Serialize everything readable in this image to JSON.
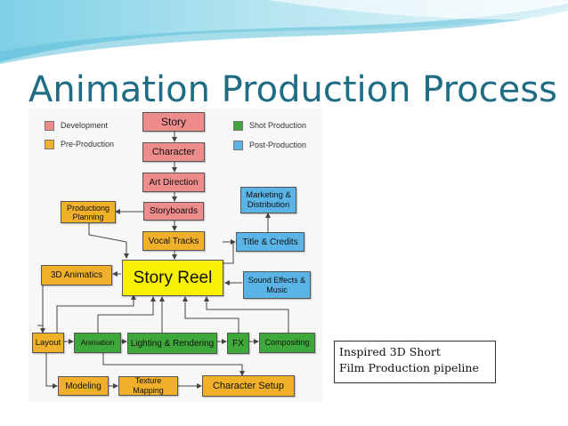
{
  "slide": {
    "title": "Animation Production Process",
    "caption_line1": "Inspired 3D Short",
    "caption_line2": "Film Production pipeline"
  },
  "legend": {
    "development": "Development",
    "pre_production": "Pre-Production",
    "shot_production": "Shot Production",
    "post_production": "Post-Production"
  },
  "colors": {
    "development": "#ee8b8b",
    "pre_production": "#f0b02a",
    "shot_production": "#3fa83a",
    "post_production": "#5bb4e6",
    "story_reel": "#f7f000",
    "title": "#1f6c85"
  },
  "nodes": {
    "story": "Story",
    "character": "Character",
    "art_direction": "Art Direction",
    "storyboards": "Storyboards",
    "production_planning": "Productiong Planning",
    "vocal_tracks": "Vocal Tracks",
    "marketing": "Marketing & Distribution",
    "title_credits": "Title & Credits",
    "animatics": "3D Animatics",
    "story_reel": "Story Reel",
    "sound_effects": "Sound Effects & Music",
    "layout": "Layout",
    "animation": "Animation",
    "lighting": "Lighting & Rendering",
    "fx": "FX",
    "compositing": "Compositing",
    "modeling": "Modeling",
    "texture_mapping": "Texture Mapping",
    "character_setup": "Character Setup"
  }
}
